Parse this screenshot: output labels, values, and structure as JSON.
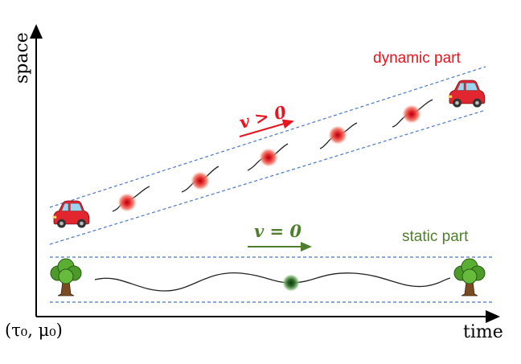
{
  "axes": {
    "y_label": "space",
    "x_label": "time",
    "origin_label": "(τ₀, μ₀)"
  },
  "dynamic": {
    "label": "dynamic part",
    "velocity_label": "v > 0"
  },
  "static": {
    "label": "static part",
    "velocity_label": "v = 0"
  },
  "colors": {
    "dynamic": "#e8141e",
    "static": "#4f7f2d",
    "band": "#4a78c8",
    "axis": "#000000"
  },
  "icons": {
    "vehicle": "car-icon",
    "landmark": "tree-icon",
    "particle_dynamic": "red-blob-icon",
    "particle_static": "green-blob-icon"
  }
}
